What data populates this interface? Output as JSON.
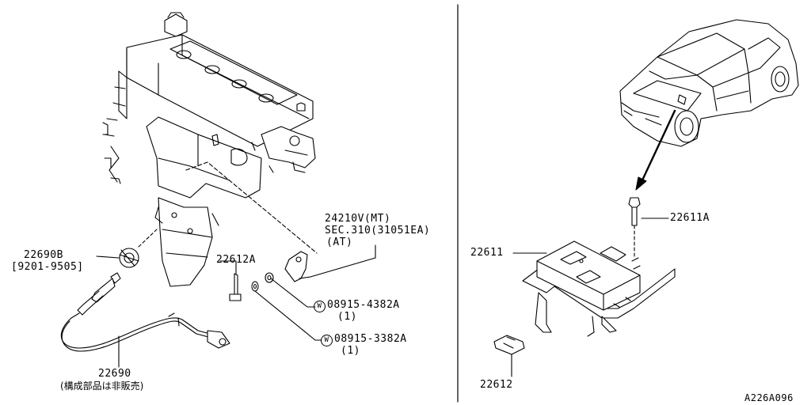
{
  "labels": {
    "part_24210v_line1": "24210V(MT)",
    "part_24210v_line2": "SEC.310(31051EA)",
    "part_24210v_line3": "(AT)",
    "part_22690b": "22690B",
    "part_22690b_range": "[9201-9505]",
    "part_22612a": "22612A",
    "washer_1_symbol": "W",
    "washer_1_number": "08915-4382A",
    "washer_1_qty": "(1)",
    "washer_2_symbol": "W",
    "washer_2_number": "08915-3382A",
    "washer_2_qty": "(1)",
    "part_22690": "22690",
    "part_22690_note": "(構成部品は非販売)",
    "part_22611a": "22611A",
    "part_22611": "22611",
    "part_22612": "22612",
    "drawing_code": "A226A096"
  },
  "icons": {
    "engine": "engine-block-illustration",
    "oxygen_sensor": "oxygen-sensor-illustration",
    "car": "hatchback-car-illustration",
    "ecu": "engine-control-unit-illustration",
    "bolt": "bolt-illustration",
    "connector": "connector-illustration"
  }
}
